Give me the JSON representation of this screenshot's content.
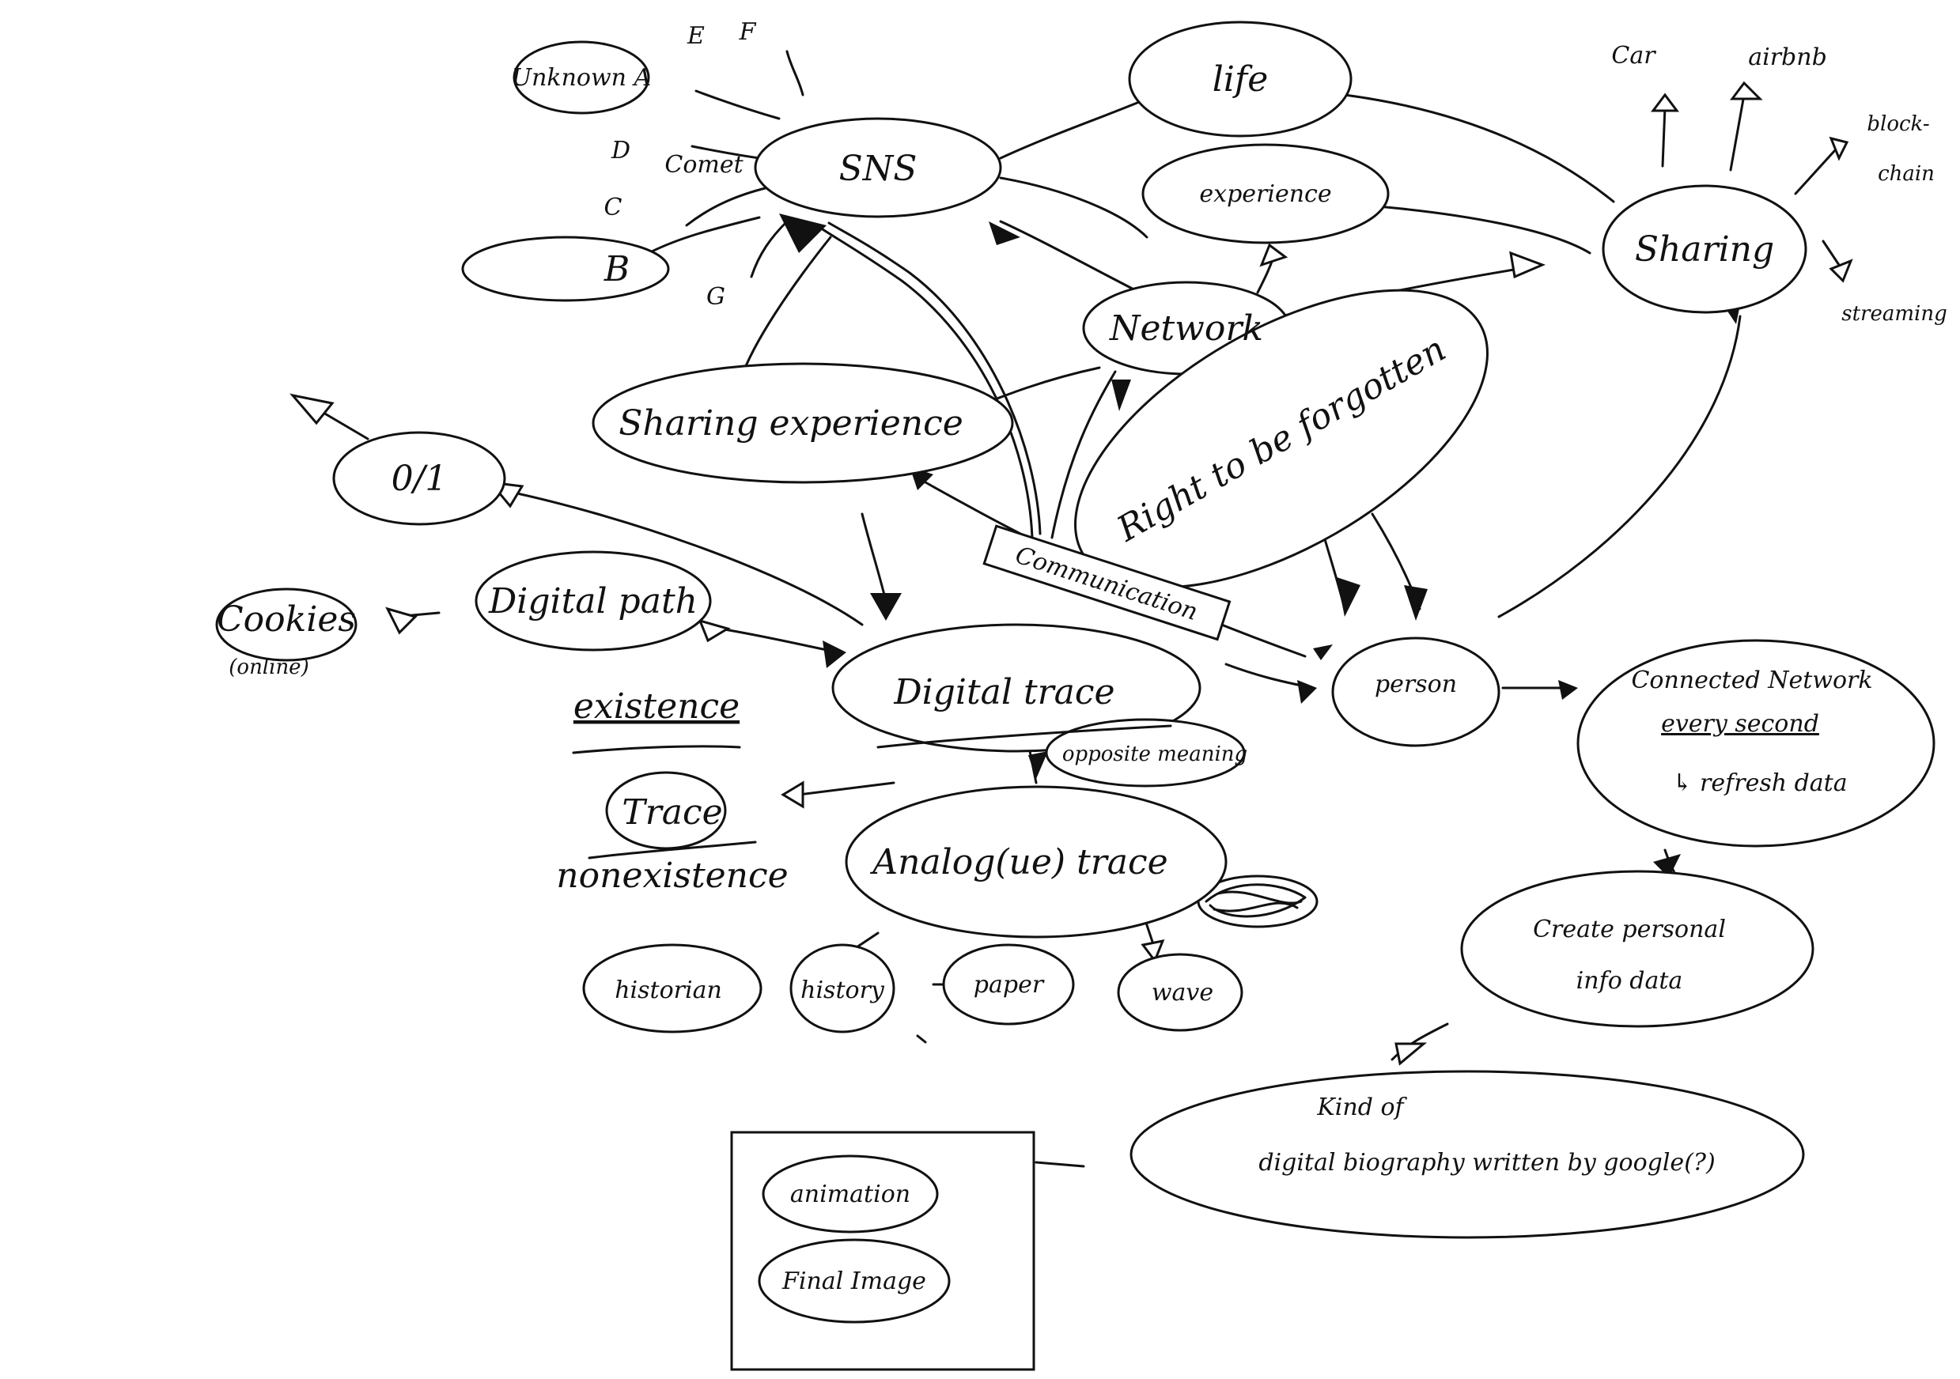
{
  "colors": {
    "ink": "#111111",
    "paper": "#ffffff"
  },
  "nodes": {
    "unknown_a": "Unknown A",
    "sns": "SNS",
    "life": "life",
    "experience": "experience",
    "sharing": "Sharing",
    "b": "B",
    "comet": "Comet",
    "network": "Network",
    "sharing_experience": "Sharing experience",
    "zero_one": "0/1",
    "right_to_be_forgotten": "Right to be forgotten",
    "cookies": "Cookies",
    "cookies_sub": "(online)",
    "digital_path": "Digital path",
    "digital_trace": "Digital trace",
    "person": "person",
    "connected_network": "Connected Network",
    "every_second": "every second",
    "refresh_data": "↳ refresh data",
    "existence": "existence",
    "trace": "Trace",
    "nonexistence": "nonexistence",
    "opposite_meaning": "opposite meaning",
    "analog_trace": "Analog(ue) trace",
    "create_personal_info_data": [
      "Create personal",
      "info data"
    ],
    "historian": "historian",
    "history": "history",
    "paper": "paper",
    "wave": "wave",
    "digital_biography": [
      "Kind of",
      "digital biography written by google(?)"
    ],
    "animation": "animation",
    "final_image": "Final Image"
  },
  "boxed_labels": {
    "communication": "Communication"
  },
  "loose_letters": {
    "e": "E",
    "f": "F",
    "d": "D",
    "c": "C",
    "g": "G"
  },
  "sharing_branches": {
    "car": "Car",
    "airbnb": "airbnb",
    "blockchain": [
      "block-",
      "chain"
    ],
    "streaming": "streaming"
  }
}
